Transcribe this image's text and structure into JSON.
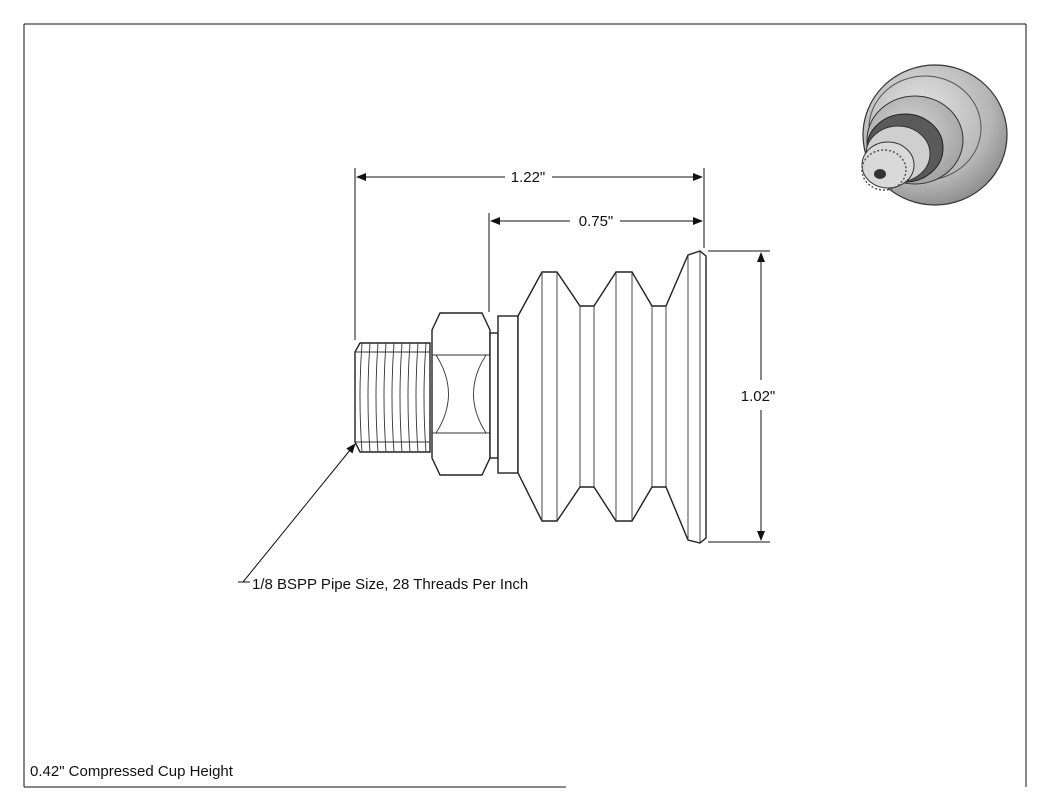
{
  "dimensions": {
    "overall_length": "1.22\"",
    "cup_length": "0.75\"",
    "cup_diameter": "1.02\""
  },
  "callouts": {
    "thread_note": "1/8 BSPP Pipe Size, 28 Threads Per Inch"
  },
  "footer": {
    "note": "0.42\" Compressed Cup Height"
  },
  "thumbnail": {
    "icon": "suction-cup-3d-render-icon"
  }
}
